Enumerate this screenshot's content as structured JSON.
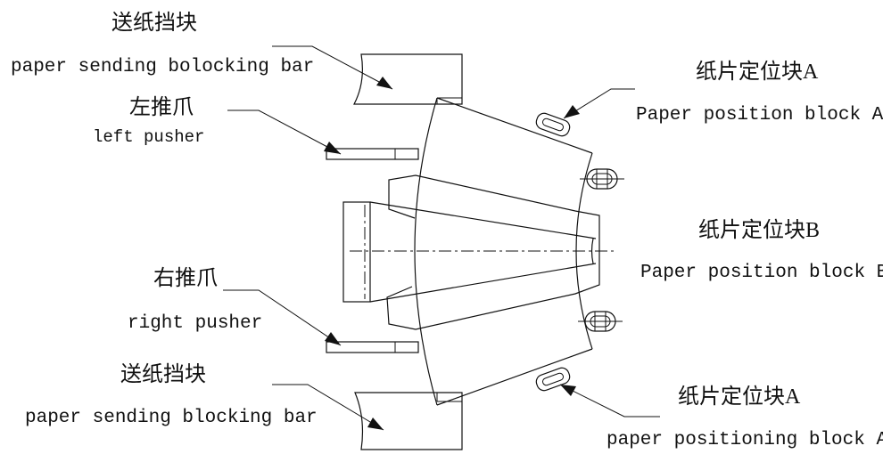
{
  "labels": {
    "top_bar_cn": "送纸挡块",
    "top_bar_en": "paper sending bolocking bar",
    "left_pusher_cn": "左推爪",
    "left_pusher_en": "left pusher",
    "right_pusher_cn": "右推爪",
    "right_pusher_en": "right pusher",
    "bottom_bar_cn": "送纸挡块",
    "bottom_bar_en": "paper sending blocking bar",
    "block_a_top_cn": "纸片定位块A",
    "block_a_top_en": "Paper position block A",
    "block_b_cn": "纸片定位块B",
    "block_b_en": "Paper position block B",
    "block_a_bottom_cn": "纸片定位块A",
    "block_a_bottom_en": "paper positioning block A"
  }
}
